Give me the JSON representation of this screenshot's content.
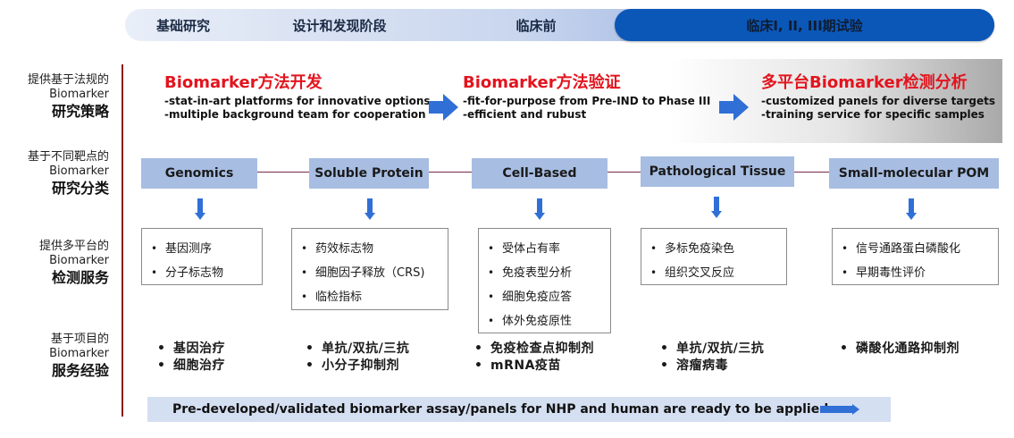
{
  "phases": [
    "基础研究",
    "设计和发现阶段",
    "临床前",
    "临床I, II, III期试验"
  ],
  "row_labels": [
    {
      "small": [
        "提供基于法规的",
        "Biomarker"
      ],
      "big": "研究策略"
    },
    {
      "small": [
        "基于不同靶点的",
        "Biomarker"
      ],
      "big": "研究分类"
    },
    {
      "small": [
        "提供多平台的",
        "Biomarker"
      ],
      "big": "检测服务"
    },
    {
      "small": [
        "基于项目的",
        "Biomarker"
      ],
      "big": "服务经验"
    }
  ],
  "strategy": [
    {
      "title": "Biomarker方法开发",
      "lines": [
        "-stat-in-art platforms for innovative options",
        "-multiple background team for cooperation"
      ]
    },
    {
      "title": "Biomarker方法验证",
      "lines": [
        "-fit-for-purpose from Pre-IND to Phase III",
        "-efficient and rubust"
      ]
    },
    {
      "title": "多平台Biomarker检测分析",
      "lines": [
        "-customized panels for diverse targets",
        "-training service for specific samples"
      ]
    }
  ],
  "categories": [
    "Genomics",
    "Soluble Protein",
    "Cell-Based",
    "Pathological Tissue",
    "Small-molecular POM"
  ],
  "services": [
    [
      "基因测序",
      "分子标志物"
    ],
    [
      "药效标志物",
      "细胞因子释放（CRS)",
      "临检指标"
    ],
    [
      "受体占有率",
      "免疫表型分析",
      "细胞免疫应答",
      "体外免疫原性"
    ],
    [
      "多标免疫染色",
      "组织交叉反应"
    ],
    [
      "信号通路蛋白磷酸化",
      "早期毒性评价"
    ]
  ],
  "experience": [
    [
      "基因治疗",
      "细胞治疗"
    ],
    [
      "单抗/双抗/三抗",
      "小分子抑制剂"
    ],
    [
      "免疫检查点抑制剂",
      "mRNA疫苗"
    ],
    [
      "单抗/双抗/三抗",
      "溶瘤病毒"
    ],
    [
      "磷酸化通路抑制剂"
    ]
  ],
  "banner": "Pre-developed/validated biomarker assay/panels for NHP and human are ready to be applied",
  "colors": {
    "accent_red": "#e3141e",
    "arrow_blue": "#2f6fd6",
    "category_fill": "#a7bde2",
    "banner_fill": "#d4dff2",
    "phase_dark": "#0b57b8"
  }
}
